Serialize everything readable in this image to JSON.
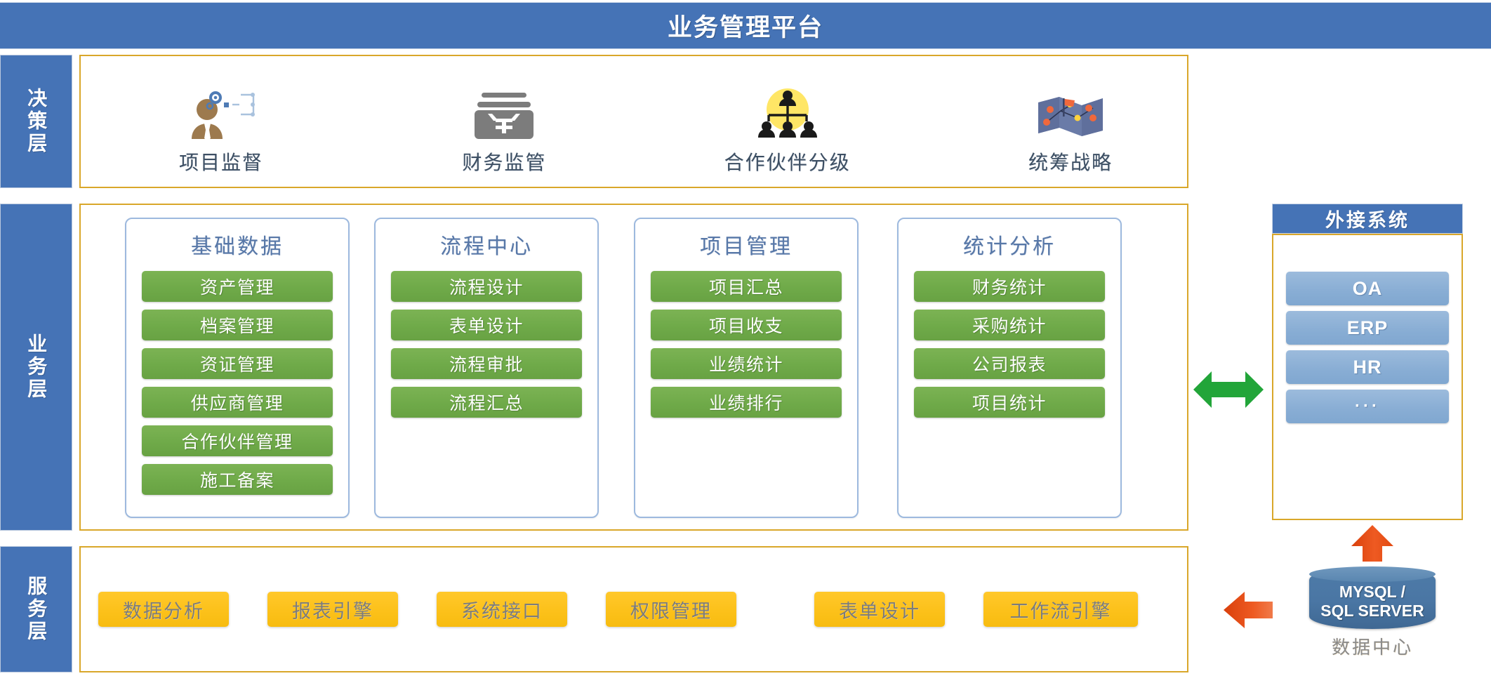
{
  "header": {
    "title": "业务管理平台",
    "bg_color": "#4573B6"
  },
  "colors": {
    "blue": "#4573B6",
    "panel_border_yellow": "#D9A72A",
    "card_border_blue": "#9DB9DE",
    "green_button": "#70AD47",
    "yellow_button": "#FCC11A",
    "ext_button_blue": "#88ADD4",
    "green_arrow": "#22A539",
    "orange_arrow": "#E8501B"
  },
  "layers": {
    "decision": {
      "tab_label": "决策层",
      "items": [
        {
          "label": "项目监督",
          "icon": "supervisor-gear-icon"
        },
        {
          "label": "财务监管",
          "icon": "money-card-yen-icon"
        },
        {
          "label": "合作伙伴分级",
          "icon": "org-hierarchy-people-icon"
        },
        {
          "label": "统筹战略",
          "icon": "strategy-map-flag-icon"
        }
      ]
    },
    "business": {
      "tab_label": "业务层",
      "groups": [
        {
          "title": "基础数据",
          "items": [
            "资产管理",
            "档案管理",
            "资证管理",
            "供应商管理",
            "合作伙伴管理",
            "施工备案"
          ]
        },
        {
          "title": "流程中心",
          "items": [
            "流程设计",
            "表单设计",
            "流程审批",
            "流程汇总"
          ]
        },
        {
          "title": "项目管理",
          "items": [
            "项目汇总",
            "项目收支",
            "业绩统计",
            "业绩排行"
          ]
        },
        {
          "title": "统计分析",
          "items": [
            "财务统计",
            "采购统计",
            "公司报表",
            "项目统计"
          ]
        }
      ]
    },
    "service": {
      "tab_label": "服务层",
      "items": [
        "数据分析",
        "报表引擎",
        "系统接口",
        "权限管理",
        "表单设计",
        "工作流引擎"
      ]
    }
  },
  "external_systems": {
    "title": "外接系统",
    "items": [
      "OA",
      "ERP",
      "HR",
      "···"
    ]
  },
  "data_center": {
    "db_line1": "MYSQL /",
    "db_line2": "SQL SERVER",
    "caption": "数据中心"
  },
  "connectors": {
    "business_to_external": "green-double-arrow-icon",
    "db_to_external": "orange-up-arrow-icon",
    "db_to_service": "orange-left-arrow-icon"
  }
}
